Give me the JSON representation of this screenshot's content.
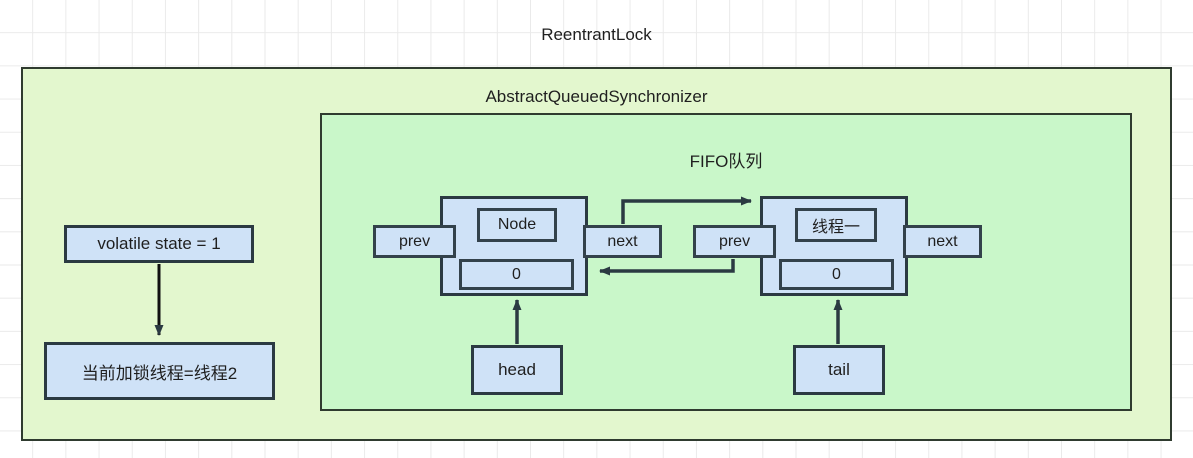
{
  "diagram": {
    "title": "ReentrantLock",
    "outer_container_label": "AbstractQueuedSynchronizer",
    "inner_container_label": "FIFO队列",
    "colors": {
      "outer_fill": "#e3f7ce",
      "inner_fill": "#c9f7c9",
      "box_blue": "#cfe2f7",
      "box_pink": "#fad3d3",
      "stroke": "#2b3a42",
      "thread_text": "#b03030"
    },
    "left_column": {
      "state_box": "volatile state = 1",
      "owner_box": "当前加锁线程=线程2",
      "arrow_label": ""
    },
    "queue": {
      "nodes": [
        {
          "prev_label": "prev",
          "next_label": "next",
          "payload": "Node",
          "payload_kind": "node",
          "waitstatus": "0",
          "pointer_label": "head"
        },
        {
          "prev_label": "prev",
          "next_label": "next",
          "payload": "线程一",
          "payload_kind": "thread",
          "waitstatus": "0",
          "pointer_label": "tail"
        }
      ]
    }
  }
}
